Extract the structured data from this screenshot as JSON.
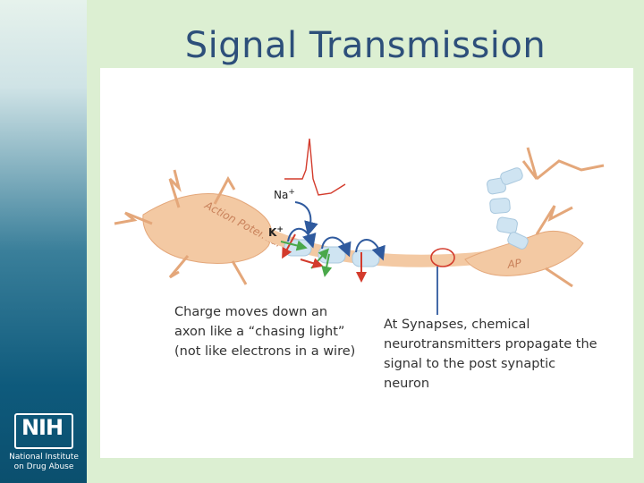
{
  "slide": {
    "title": "Signal Transmission",
    "caption_left": "Charge moves down an axon like a “chasing light” (not like electrons in a wire)",
    "caption_right": "At Synapses, chemical neurotransmitters propagate the signal to the post synaptic neuron"
  },
  "diagram": {
    "ion_na": "Na",
    "ion_na_charge": "+",
    "ion_k": "K",
    "ion_k_charge": "+",
    "action_potential_label": "Action Potential",
    "ap_label": "AP"
  },
  "logo": {
    "letters": "NIH",
    "name_line1": "National Institute",
    "name_line2": "on Drug Abuse"
  },
  "colors": {
    "title": "#2d4f7a",
    "neuron": "#f3c9a3",
    "myelin": "#cfe4f2",
    "arrow_red": "#d33b2c",
    "arrow_green": "#4aa84a",
    "arrow_blue": "#2f5a9e"
  }
}
